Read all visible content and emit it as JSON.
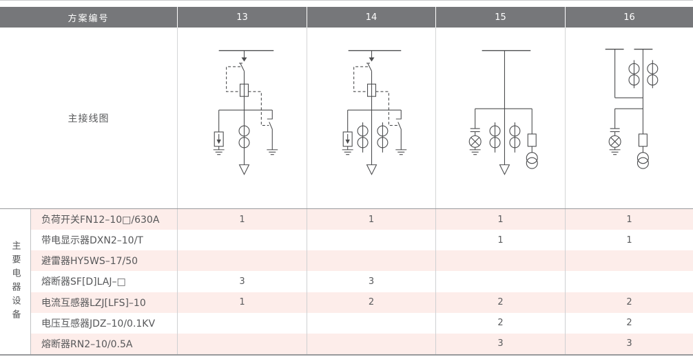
{
  "header": {
    "scheme_label": "方案编号",
    "schemes": [
      "13",
      "14",
      "15",
      "16"
    ]
  },
  "diagram_row": {
    "label": "主接线图",
    "diagrams": [
      {
        "scheme": "13",
        "name": "single-line-diagram-13"
      },
      {
        "scheme": "14",
        "name": "single-line-diagram-14"
      },
      {
        "scheme": "15",
        "name": "single-line-diagram-15"
      },
      {
        "scheme": "16",
        "name": "single-line-diagram-16"
      }
    ]
  },
  "equipment": {
    "side_label": "主要电器设备",
    "rows": [
      {
        "label": "负荷开关FN12–10□/630A",
        "values": [
          "1",
          "1",
          "1",
          "1"
        ]
      },
      {
        "label": "带电显示器DXN2–10/T",
        "values": [
          "",
          "",
          "1",
          "1"
        ]
      },
      {
        "label": "避雷器HY5WS–17/50",
        "values": [
          "",
          "",
          "",
          ""
        ]
      },
      {
        "label": "熔断器SF[D]LAJ–□",
        "values": [
          "3",
          "3",
          "",
          ""
        ]
      },
      {
        "label": "电流互感器LZJ[LFS]–10",
        "values": [
          "1",
          "2",
          "2",
          "2"
        ]
      },
      {
        "label": "电压互感器JDZ–10/0.1KV",
        "values": [
          "",
          "",
          "2",
          "2"
        ]
      },
      {
        "label": "熔断器RN2–10/0.5A",
        "values": [
          "",
          "",
          "3",
          "3"
        ]
      }
    ]
  },
  "colors": {
    "header_bg": "#76777a",
    "header_text": "#ffffff",
    "row_stripe": "#fdedea",
    "text": "#565759",
    "grid_line": "#d3d4d5",
    "section_border": "#98999b",
    "diagram_stroke": "#4b4c4e"
  }
}
